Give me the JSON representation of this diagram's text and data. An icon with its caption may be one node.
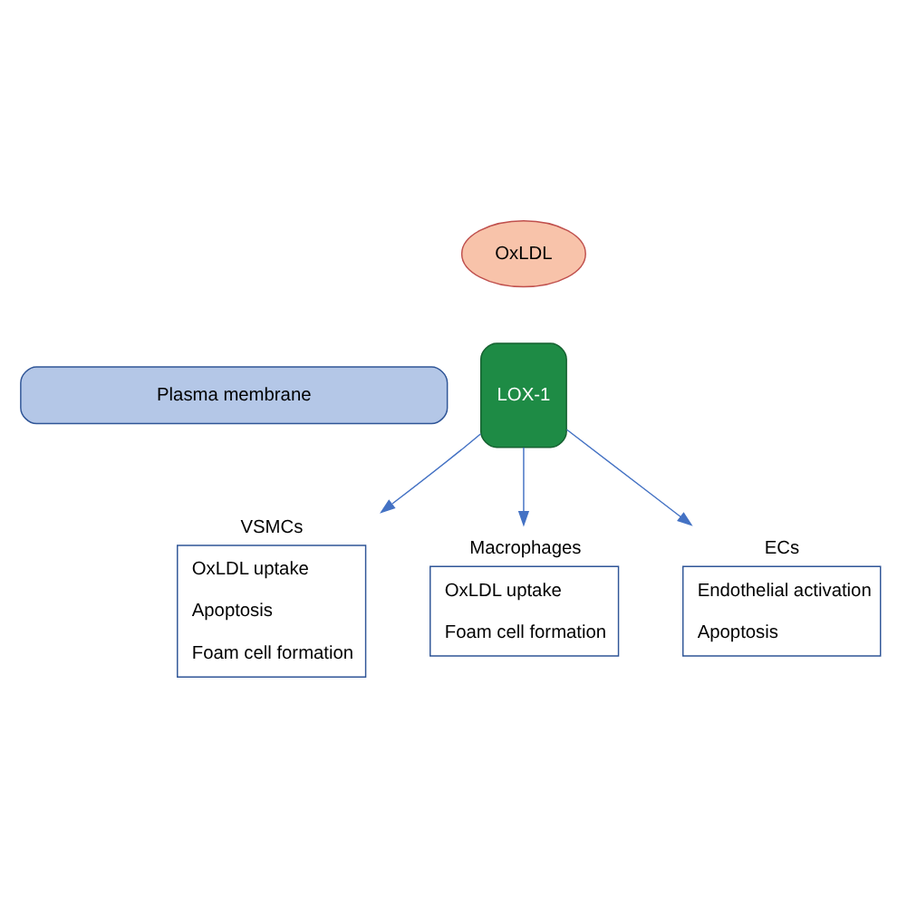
{
  "diagram": {
    "nodes": [
      {
        "text": [
          "OxLDL"
        ]
      },
      {
        "text": [
          "LOX-1"
        ]
      },
      {
        "text": [
          "Plasma membrane"
        ]
      },
      {
        "text": [
          "VSMCs",
          "OxLDL uptake",
          "Apoptosis",
          "Foam cell formation"
        ]
      },
      {
        "text": [
          "Macrophages",
          "OxLDL uptake",
          "Foam cell formation"
        ]
      },
      {
        "text": [
          "ECs",
          "Endothelial activation",
          "Apoptosis"
        ]
      }
    ],
    "edges": [
      {
        "from": 1,
        "to": 3,
        "arrow": "to"
      },
      {
        "from": 1,
        "to": 4,
        "arrow": "to"
      },
      {
        "from": 1,
        "to": 5,
        "arrow": "to"
      }
    ]
  }
}
